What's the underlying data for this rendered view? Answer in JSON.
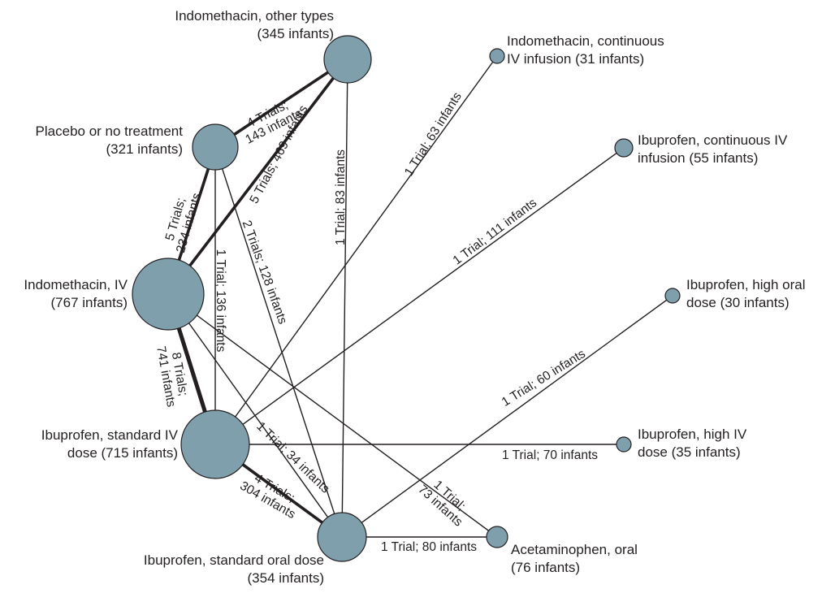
{
  "nodes": [
    {
      "id": "indo_other",
      "lines": [
        "Indomethacin, other types",
        "(345 infants)"
      ]
    },
    {
      "id": "indo_cont",
      "lines": [
        "Indomethacin, continuous",
        "IV infusion (31 infants)"
      ]
    },
    {
      "id": "placebo",
      "lines": [
        "Placebo or no treatment",
        "(321 infants)"
      ]
    },
    {
      "id": "ibu_cont",
      "lines": [
        "Ibuprofen, continuous IV",
        "infusion (55 infants)"
      ]
    },
    {
      "id": "indo_iv",
      "lines": [
        "Indomethacin, IV",
        "(767 infants)"
      ]
    },
    {
      "id": "ibu_high_oral",
      "lines": [
        "Ibuprofen, high oral",
        "dose (30 infants)"
      ]
    },
    {
      "id": "ibu_std_iv",
      "lines": [
        "Ibuprofen, standard IV",
        "dose (715 infants)"
      ]
    },
    {
      "id": "ibu_high_iv",
      "lines": [
        "Ibuprofen, high IV",
        "dose (35 infants)"
      ]
    },
    {
      "id": "ibu_std_oral",
      "lines": [
        "Ibuprofen, standard oral dose",
        "(354 infants)"
      ]
    },
    {
      "id": "acet_oral",
      "lines": [
        "Acetaminophen, oral",
        "(76 infants)"
      ]
    }
  ],
  "edges": [
    {
      "from": "placebo",
      "to": "indo_other",
      "trials": 4,
      "infants": 143,
      "lines": [
        "4 Trials;",
        "143 infants"
      ]
    },
    {
      "from": "indo_iv",
      "to": "indo_other",
      "trials": 5,
      "infants": 469,
      "lines": [
        "5 Trials; 469 infants"
      ]
    },
    {
      "from": "indo_other",
      "to": "ibu_std_oral",
      "trials": 1,
      "infants": 83,
      "lines": [
        "1 Trial; 83 infants"
      ]
    },
    {
      "from": "ibu_std_iv",
      "to": "indo_cont",
      "trials": 1,
      "infants": 63,
      "lines": [
        "1 Trial; 63 infants"
      ]
    },
    {
      "from": "indo_iv",
      "to": "placebo",
      "trials": 5,
      "infants": 234,
      "lines": [
        "5 Trials;",
        "234 infants"
      ]
    },
    {
      "from": "placebo",
      "to": "ibu_std_iv",
      "trials": 1,
      "infants": 136,
      "lines": [
        "1 Trial; 136 infants"
      ]
    },
    {
      "from": "placebo",
      "to": "ibu_std_oral",
      "trials": 2,
      "infants": 128,
      "lines": [
        "2 Trials; 128 infants"
      ]
    },
    {
      "from": "ibu_std_iv",
      "to": "ibu_cont",
      "trials": 1,
      "infants": 111,
      "lines": [
        "1 Trial; 111 infants"
      ]
    },
    {
      "from": "ibu_std_oral",
      "to": "ibu_high_oral",
      "trials": 1,
      "infants": 60,
      "lines": [
        "1 Trial; 60 infants"
      ]
    },
    {
      "from": "indo_iv",
      "to": "ibu_std_iv",
      "trials": 8,
      "infants": 741,
      "lines": [
        "8 Trials;",
        "741 infants"
      ]
    },
    {
      "from": "indo_iv",
      "to": "ibu_std_oral",
      "trials": 1,
      "infants": 34,
      "lines": [
        "1 Trial; 34 infants"
      ]
    },
    {
      "from": "indo_iv",
      "to": "acet_oral",
      "trials": 1,
      "infants": 73,
      "lines": [
        "1 Trial;",
        "73 infants"
      ]
    },
    {
      "from": "ibu_std_iv",
      "to": "ibu_high_iv",
      "trials": 1,
      "infants": 70,
      "lines": [
        "1 Trial; 70 infants"
      ]
    },
    {
      "from": "ibu_std_iv",
      "to": "ibu_std_oral",
      "trials": 4,
      "infants": 304,
      "lines": [
        "4 Trials;",
        "304 infants"
      ]
    },
    {
      "from": "ibu_std_oral",
      "to": "acet_oral",
      "trials": 1,
      "infants": 80,
      "lines": [
        "1 Trial; 80 infants"
      ]
    }
  ],
  "colors": {
    "node_fill": "#7f9fad",
    "line": "#231f20",
    "text": "#231f20"
  }
}
